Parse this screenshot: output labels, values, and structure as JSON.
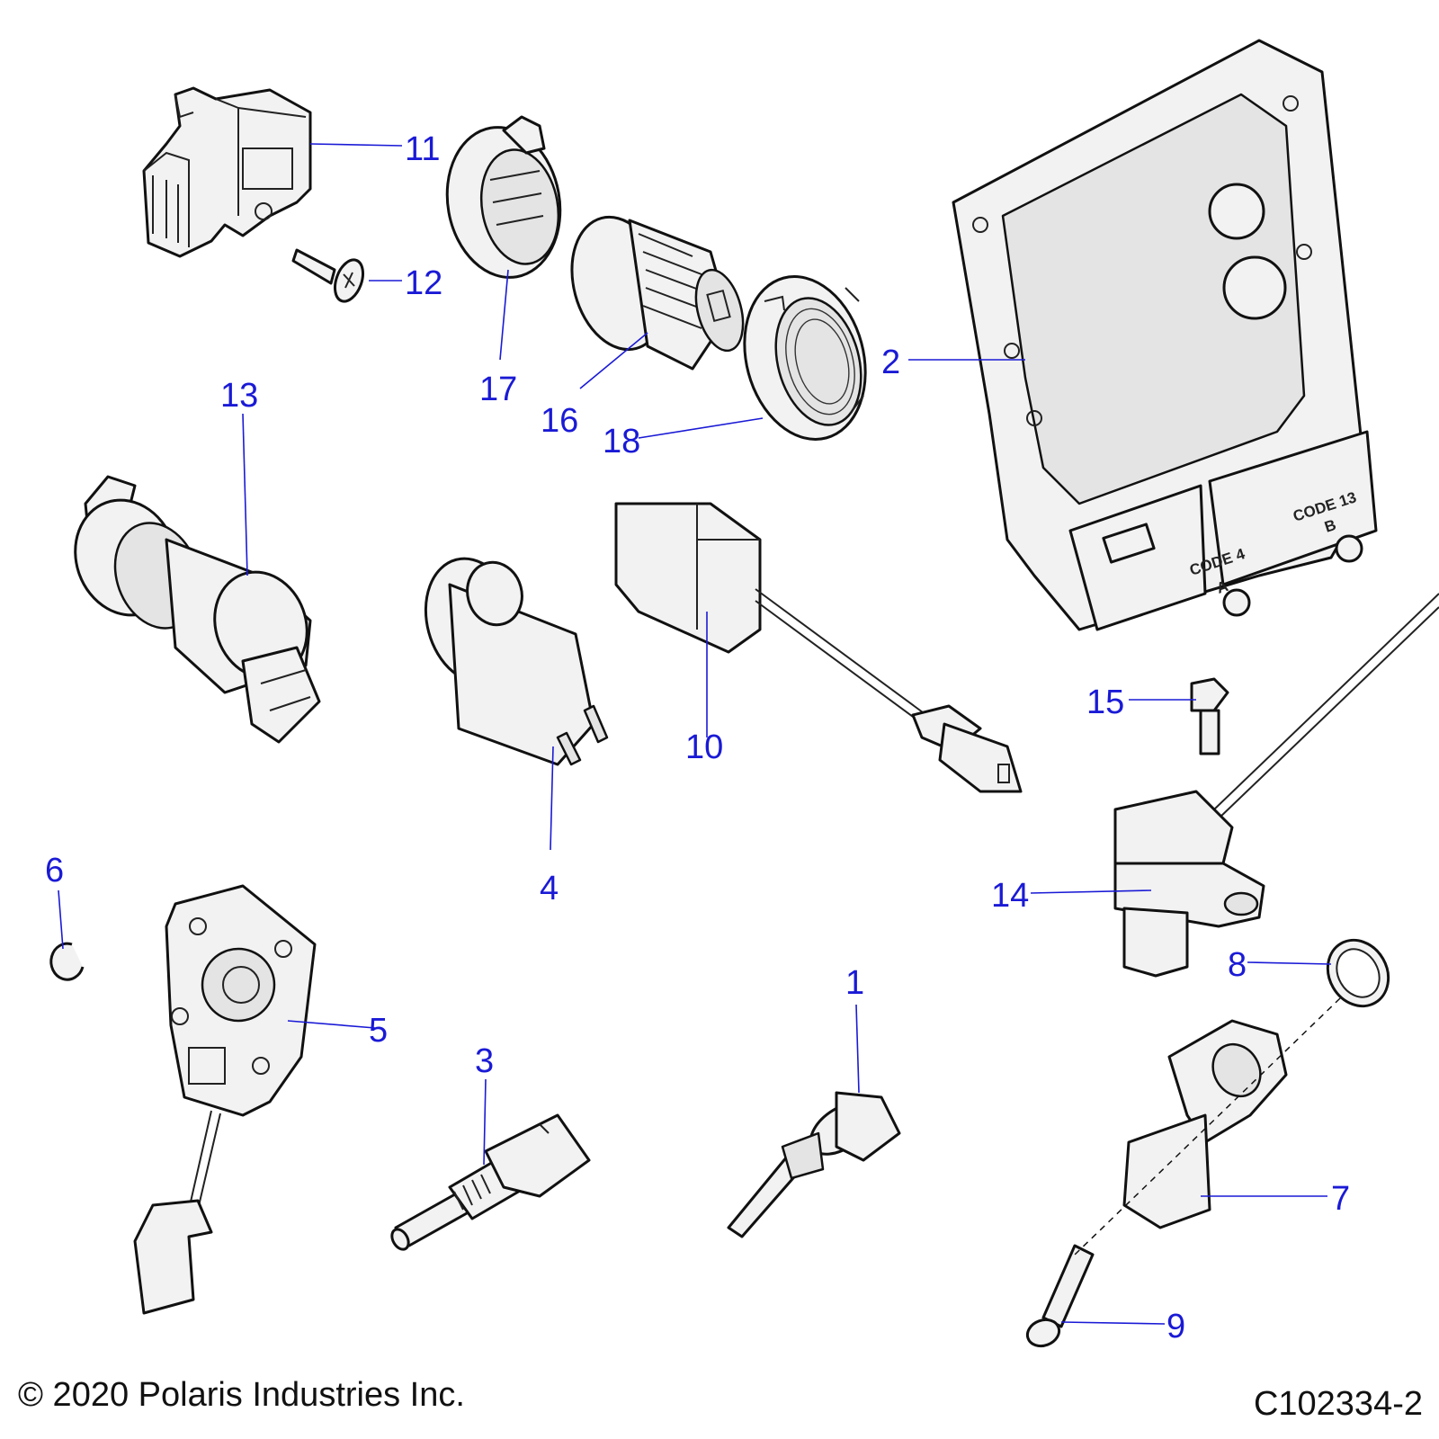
{
  "parts": [
    {
      "id": "part-1",
      "callout": "1"
    },
    {
      "id": "part-2",
      "callout": "2"
    },
    {
      "id": "part-3",
      "callout": "3"
    },
    {
      "id": "part-4",
      "callout": "4"
    },
    {
      "id": "part-5",
      "callout": "5"
    },
    {
      "id": "part-6",
      "callout": "6"
    },
    {
      "id": "part-7",
      "callout": "7"
    },
    {
      "id": "part-8",
      "callout": "8"
    },
    {
      "id": "part-9",
      "callout": "9"
    },
    {
      "id": "part-10",
      "callout": "10"
    },
    {
      "id": "part-11",
      "callout": "11"
    },
    {
      "id": "part-12",
      "callout": "12"
    },
    {
      "id": "part-13",
      "callout": "13"
    },
    {
      "id": "part-14",
      "callout": "14"
    },
    {
      "id": "part-15",
      "callout": "15"
    },
    {
      "id": "part-16",
      "callout": "16"
    },
    {
      "id": "part-17",
      "callout": "17"
    },
    {
      "id": "part-18",
      "callout": "18"
    }
  ],
  "ecu_markings": {
    "code_a_line1": "CODE 4",
    "code_a_line2": "A",
    "code_b_line1": "CODE 13",
    "code_b_line2": "B"
  },
  "footer": {
    "copyright": "© 2020 Polaris Industries Inc.",
    "drawing_id": "C102334-2"
  },
  "colors": {
    "callout": "#1a1ad6",
    "line_art": "#111111",
    "background": "#ffffff"
  }
}
